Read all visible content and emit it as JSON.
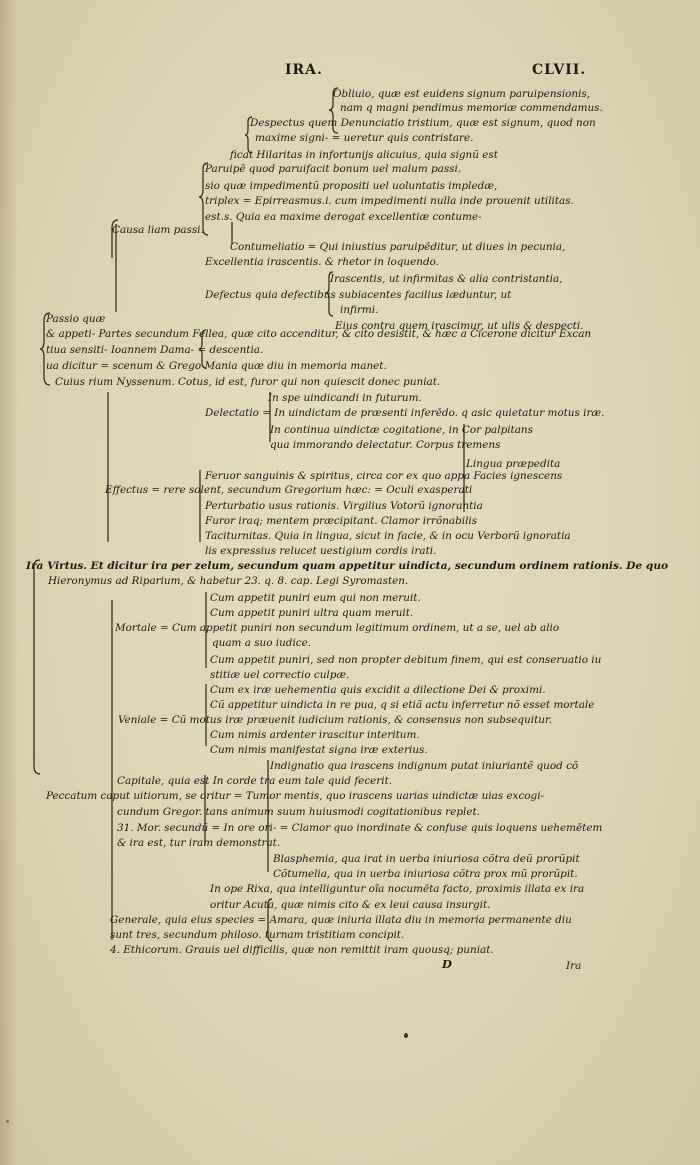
{
  "header": {
    "title": "IRA.",
    "folio": "CLVII."
  },
  "footer": {
    "signature": "D",
    "catchword": "Ira"
  },
  "lines": [
    "Obliuio, quæ est euidens signum paruipensionis,",
    "nam q magni pendimus memoriæ commendamus.",
    "Despectus quem   Denunciatio tristium, quæ est signum, quod non",
    "maxime signi-  =  ueretur quis contristare.",
    "ficat         Hilaritas in infortunijs alicuius, quia signũ est",
    "Paruipē            quod paruifacit bonum uel malum passi.",
    "sio quæ        impedimentũ propositi uel uoluntatis impledæ,",
    "triplex  =  Epirreasmus.i.  cum impedimenti nulla inde prouenit utilitas.",
    "est.s.            Quia ea maxime derogat excellentiæ contume-",
    "Causa                  liam passi.",
    "Contumeliatio = Qui iniustius paruipēditur, ut diues in pecunia,",
    "Excellentia irascentis.    & rhetor in loquendo.",
    "Irascentis, ut infirmitas & alia contristantia,",
    "Defectus        quia defectibus subiacentes facilius læduntur, ut",
    "infirmi.",
    "Eius contra quem irascimur, ut ulis & despecti.",
    "Passio quæ",
    "& appeti-  Partes secundum   Fellea, quæ cito accenditur, & cito desistit, & hæc a Cicerone dicitur Excan",
    "tiua sensiti-  Ioannem Dama- = descentia.",
    "ua dicitur = scenum & Grego  Mania quæ diu in memoria manet.",
    "Cuius     rium Nyssenum.  Cotus, id est, furor qui non quiescit donec puniat.",
    "In spe uindicandi in futurum.",
    "Delectatio  =  In uindictam de præsenti inferēdo. q asic quietatur motus iræ.",
    "In continua uindictæ cogitatione, in    Cor palpitans",
    "qua immorando delectatur.              Corpus tremens",
    "Lingua præpedita",
    "Feruor sanguinis & spiritus, circa cor ex quo appa    Facies ignescens",
    "Effectus  =  rere solent, secundum Gregorium hæc:   =  Oculi exasperati",
    "Perturbatio usus rationis. Virgilius          Votorũ ignorantia",
    "Furor iraq; mentem præcipitant.              Clamor irrõnabilis",
    "Taciturnitas. Quia in lingua, sicut in facie, & in ocu   Verborũ ignoratia",
    "lis expressius relucet uestigium cordis irati.",
    "Ira   Virtus. Et dicitur ira per zelum, secundum quam appetitur uindicta, secundum ordinem rationis. De quo",
    "Hieronymus ad Riparium, & habetur 23. q. 8. cap. Legi Syromasten.",
    "Cum appetit puniri eum qui non meruit.",
    "Cum appetit puniri ultra quam meruit.",
    "Mortale  =  Cum appetit puniri non secundum legitimum ordinem, ut a se, uel ab alio",
    "quam a suo iudice.",
    "Cum appetit puniri, sed non propter debitum finem, qui est conseruatio iu",
    "stitiæ uel correctio culpæ.",
    "Cum ex iræ uehementia quis excidit a dilectione Dei & proximi.",
    "Cũ appetitur uindicta in re pua, q si etiã actu inferretur nõ esset mortale",
    "Veniale  =  Cũ motus iræ præuenit iudicium rationis, & consensus non subsequitur.",
    "Cum nimis ardenter irascitur interitum.",
    "Cum nimis manifestat signa iræ exterius.",
    "Indignatio qua irascens indignum putat iniuriantẽ quod cõ",
    "Capitale, quia est   In corde    tra eum tale quid fecerit.",
    "Peccatum    caput uitiorum, se   oritur  =  Tumor mentis, quo irascens uarias uindictæ uias excogi-",
    "cundum Gregor.          tans animum suum huiusmodi cogitationibus replet.",
    "31. Mor. secundũ =  In ore ori- =  Clamor quo inordinate & confuse quis loquens uehemētem",
    "& ira est,       tur       iram demonstrat.",
    "Blasphemia, qua irat in uerba iniuriosa cõtra deũ prorũpit",
    "Cõtumelia, qua in uerba iniuriosa cõtra prox mũ prorũpit.",
    "In ope   Rixa, qua intelliguntur oĩa nocumēta facto, proximis illata ex ira",
    "oritur   Acuta, quæ nimis cito & ex leui causa insurgit.",
    "Generale, quia eius species  =  Amara, quæ iniuria illata diu in memoria permanente diu",
    "sunt tres, secundum philoso.     turnam tristitiam concipit.",
    "4. Ethicorum.      Grauis uel difficilis, quæ non remittit iram quousq; puniat."
  ]
}
